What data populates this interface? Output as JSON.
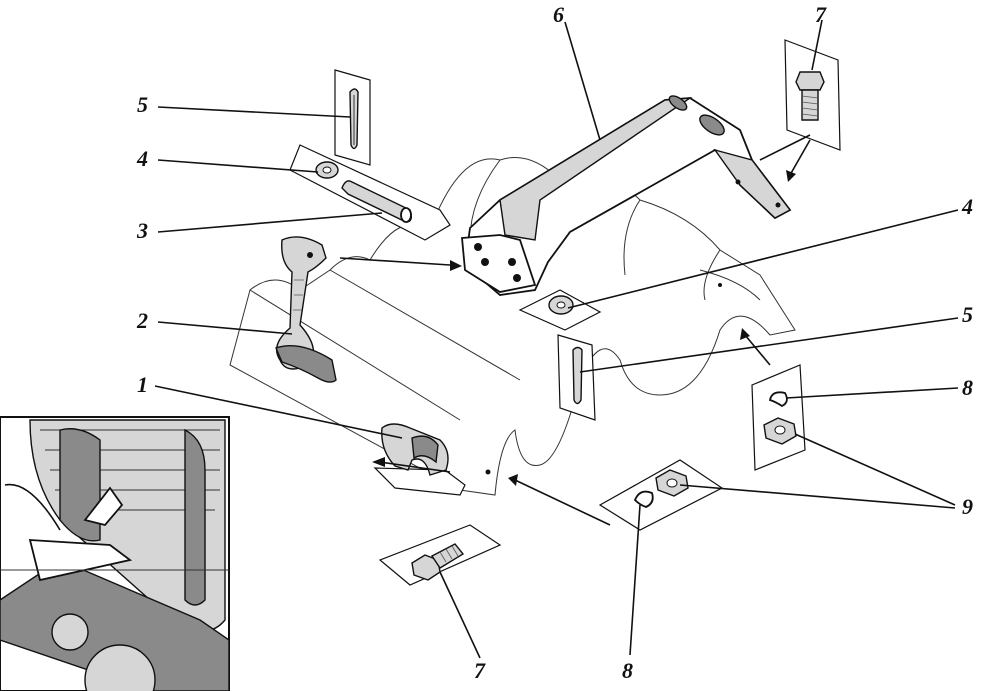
{
  "callouts": [
    {
      "id": "c1",
      "label": "1"
    },
    {
      "id": "c2",
      "label": "2"
    },
    {
      "id": "c3",
      "label": "3"
    },
    {
      "id": "c4a",
      "label": "4"
    },
    {
      "id": "c4b",
      "label": "4"
    },
    {
      "id": "c5a",
      "label": "5"
    },
    {
      "id": "c5b",
      "label": "5"
    },
    {
      "id": "c6",
      "label": "6"
    },
    {
      "id": "c7a",
      "label": "7"
    },
    {
      "id": "c7b",
      "label": "7"
    },
    {
      "id": "c8a",
      "label": "8"
    },
    {
      "id": "c8b",
      "label": "8"
    },
    {
      "id": "c9",
      "label": "9"
    }
  ],
  "parts": {
    "clamp": "1",
    "handle": "2",
    "pin": "3",
    "washer": "4",
    "cotter_pin": "5",
    "bracket": "6",
    "bolt": "7",
    "spring_washer": "8",
    "nut": "9"
  }
}
